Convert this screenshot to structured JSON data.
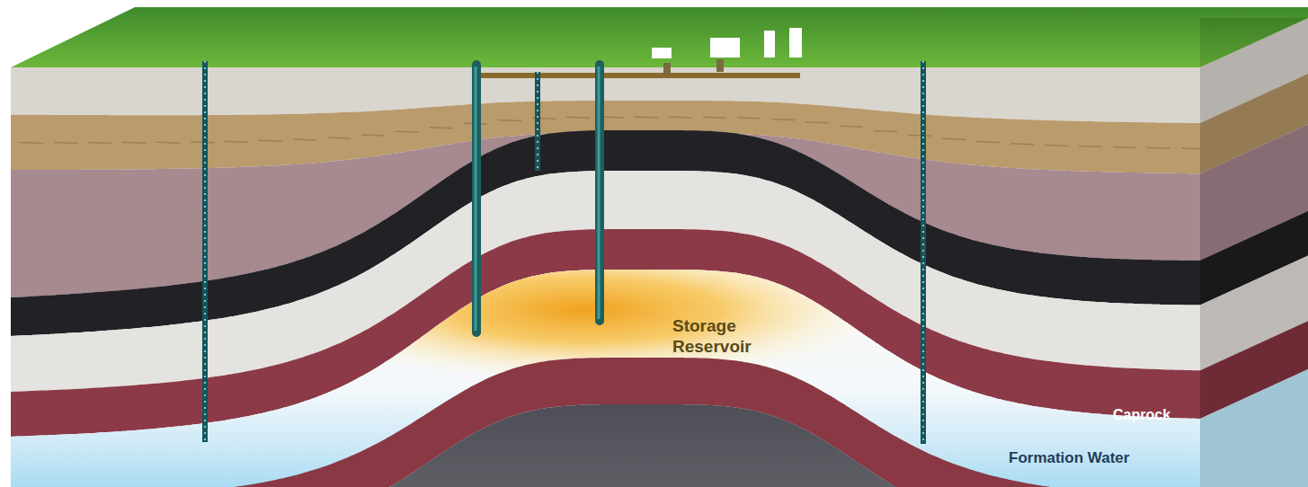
{
  "diagram": {
    "labels": [
      "Storage Reservoir",
      "Caprock",
      "Formation Water"
    ]
  }
}
